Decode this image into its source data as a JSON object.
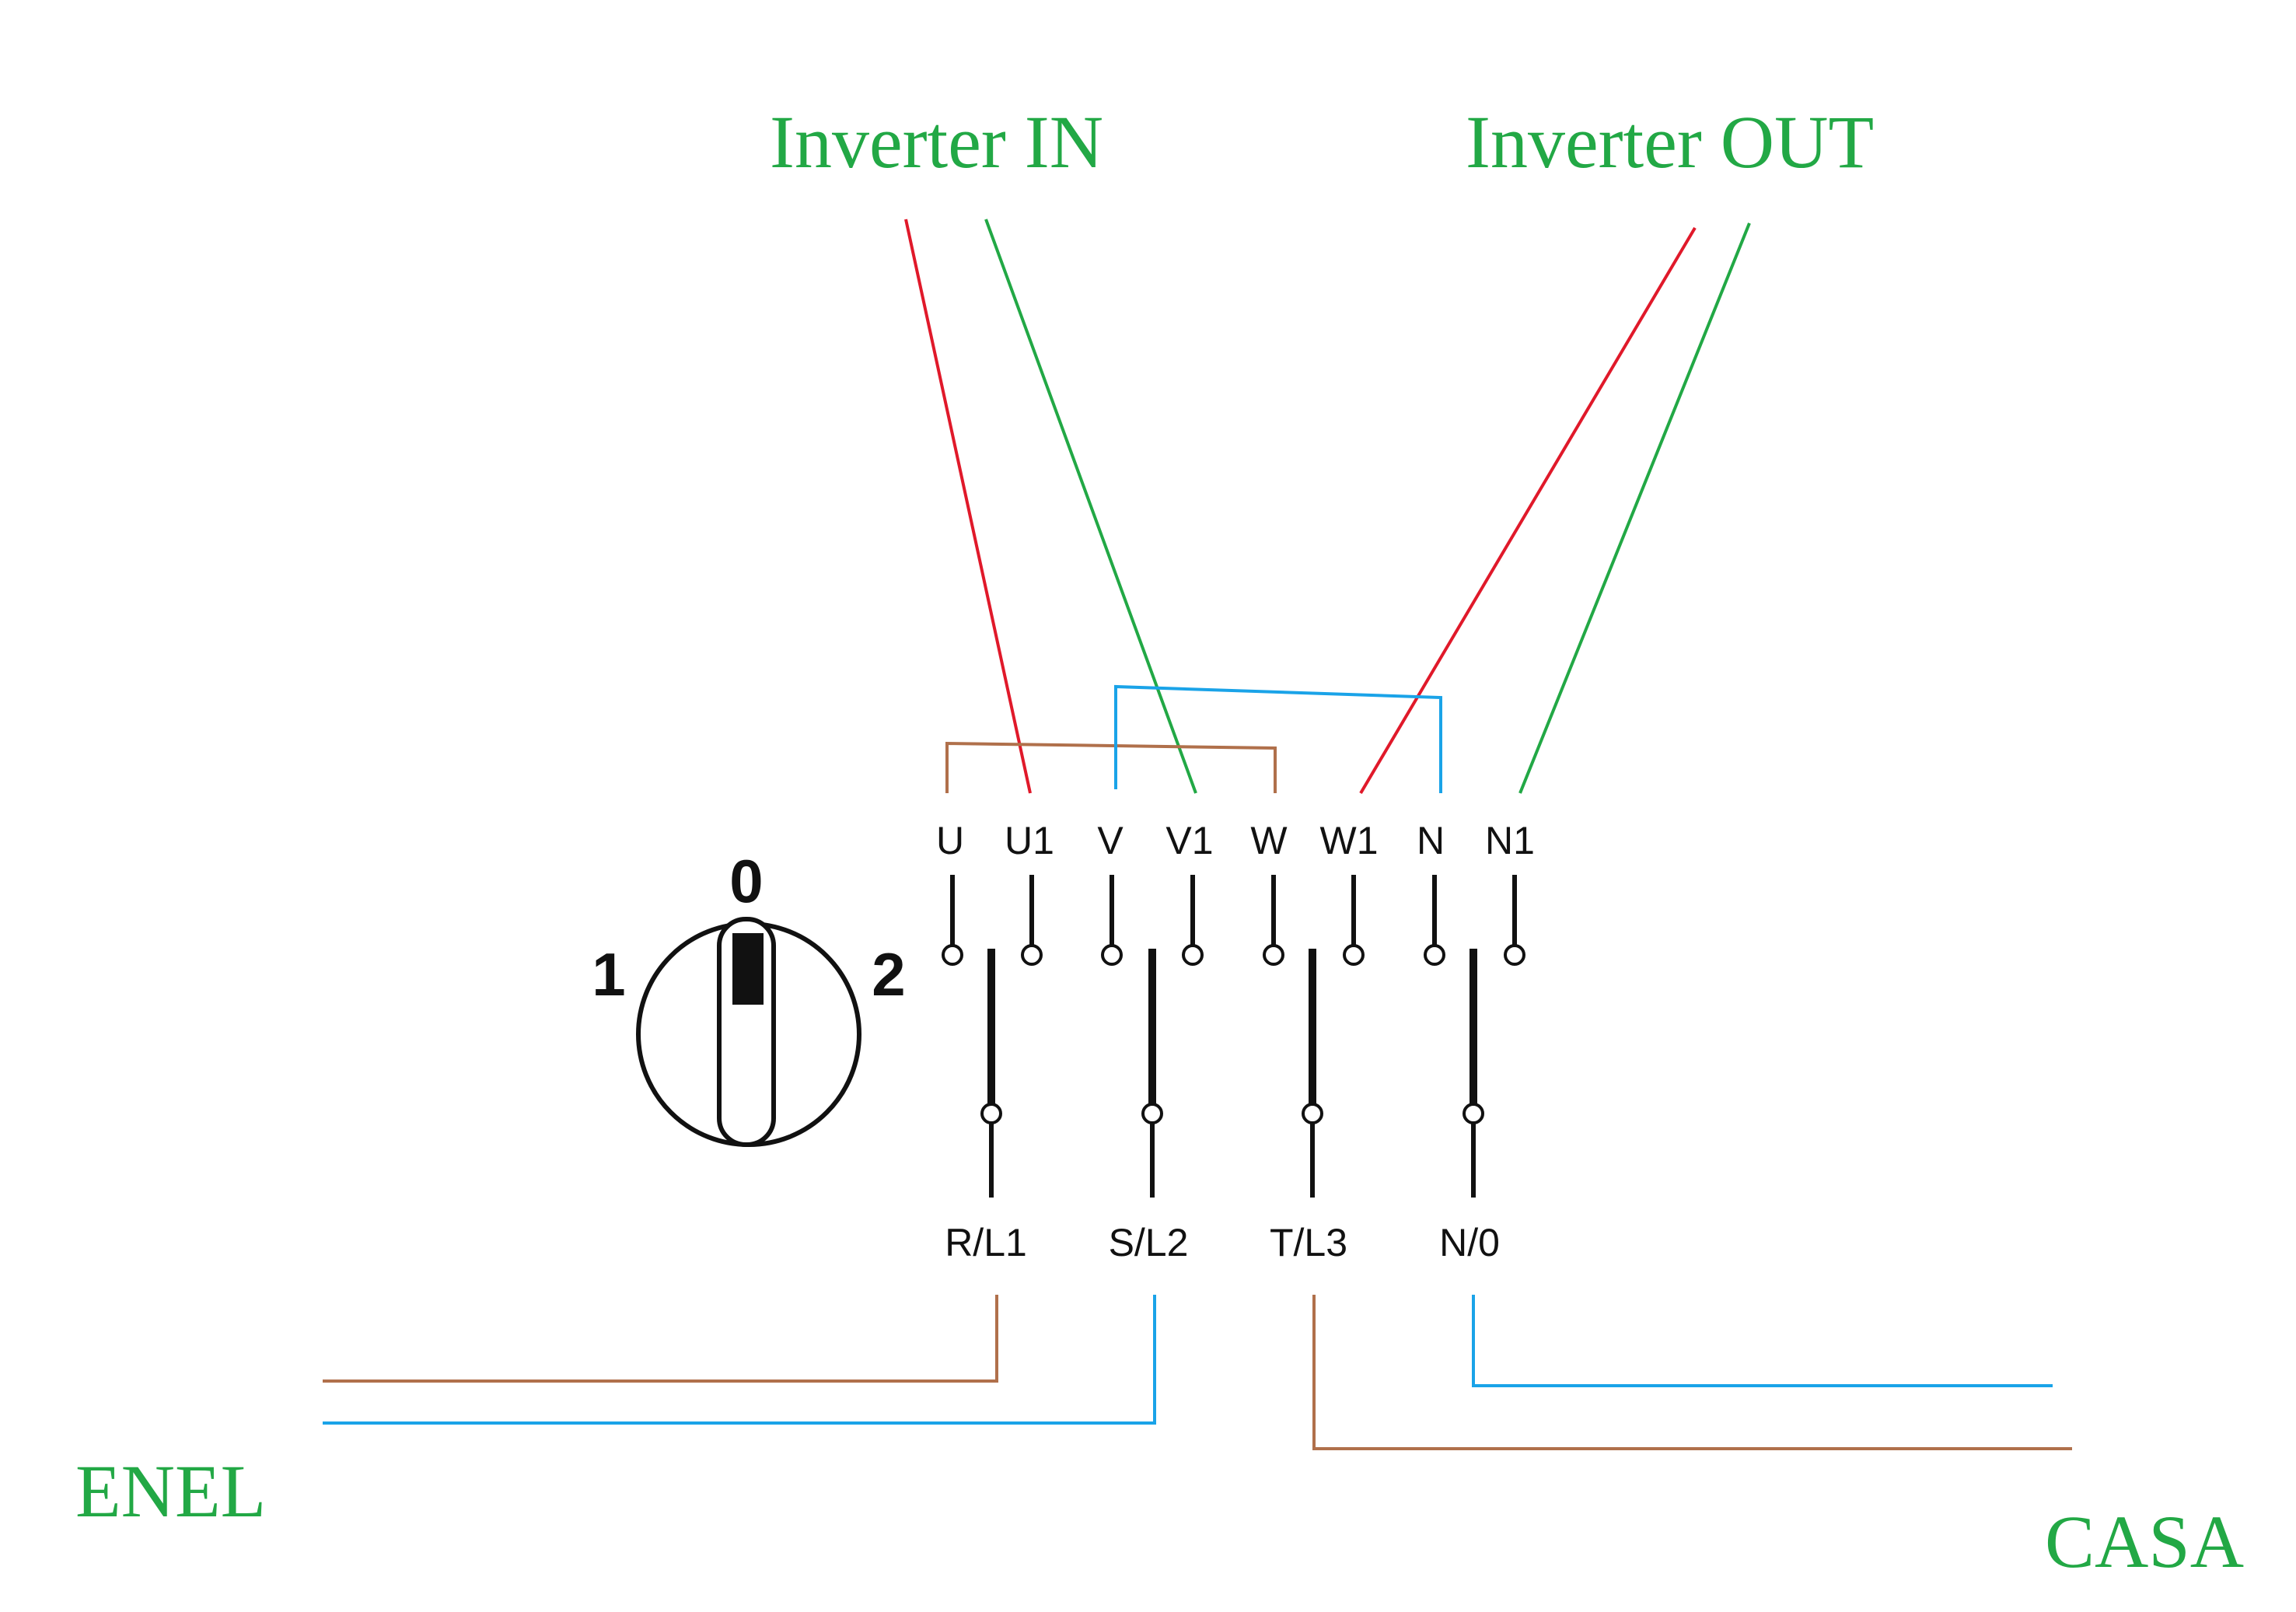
{
  "labels": {
    "inverter_in": "Inverter IN",
    "inverter_out": "Inverter OUT",
    "enel": "ENEL",
    "casa": "CASA"
  },
  "top_terminals": [
    "U",
    "U1",
    "V",
    "V1",
    "W",
    "W1",
    "N",
    "N1"
  ],
  "bottom_terminals": [
    "R/L1",
    "S/L2",
    "T/L3",
    "N/0"
  ],
  "selector": {
    "pos_0": "0",
    "pos_1": "1",
    "pos_2": "2"
  },
  "colors": {
    "green_text": "#22a845",
    "red_wire": "#e0192a",
    "green_wire": "#22a845",
    "blue_wire": "#1aa3e8",
    "brown_wire": "#b0704b",
    "black": "#111111"
  }
}
